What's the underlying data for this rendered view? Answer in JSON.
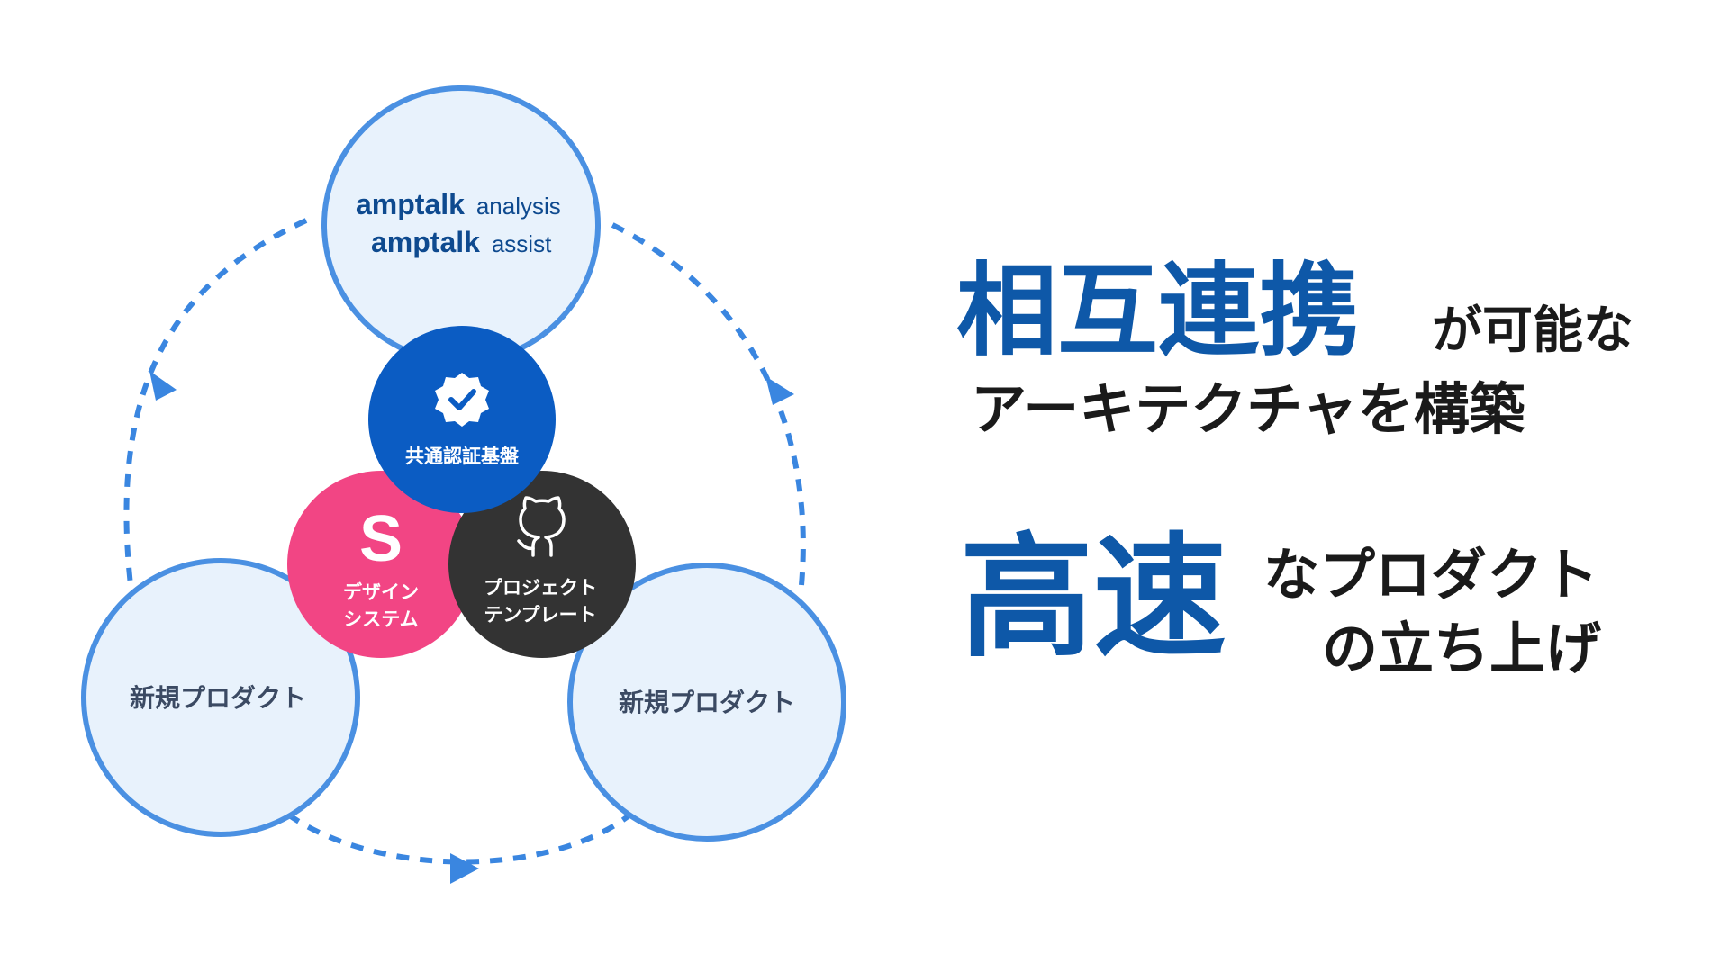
{
  "colors": {
    "ring_stroke": "#4a90e2",
    "ring_fill": "#e8f2fc",
    "dash_stroke": "#3a86e0",
    "auth_fill": "#0b5cc3",
    "design_fill": "#f24584",
    "template_fill": "#333333",
    "node_text": "#0e4a8f",
    "headline_blue": "#0e58a8",
    "headline_dark": "#1a1a1a"
  },
  "diagram": {
    "top_node": {
      "brand_line1": "amptalk",
      "product_line1": "analysis",
      "brand_line2": "amptalk",
      "product_line2": "assist"
    },
    "left_node": {
      "label": "新規プロダクト"
    },
    "right_node": {
      "label": "新規プロダクト"
    },
    "auth": {
      "icon": "verified-badge-icon",
      "label": "共通認証基盤"
    },
    "design_system": {
      "icon": "storybook-s-icon",
      "glyph": "S",
      "line1": "デザイン",
      "line2": "システム"
    },
    "project_template": {
      "icon": "github-icon",
      "line1": "プロジェクト",
      "line2": "テンプレート"
    }
  },
  "headline1": {
    "emphasis": "相互連携",
    "tail": "が可能な",
    "line2": "アーキテクチャを構築"
  },
  "headline2": {
    "emphasis": "高速",
    "line1": "なプロダクト",
    "line2": "の立ち上げ"
  }
}
